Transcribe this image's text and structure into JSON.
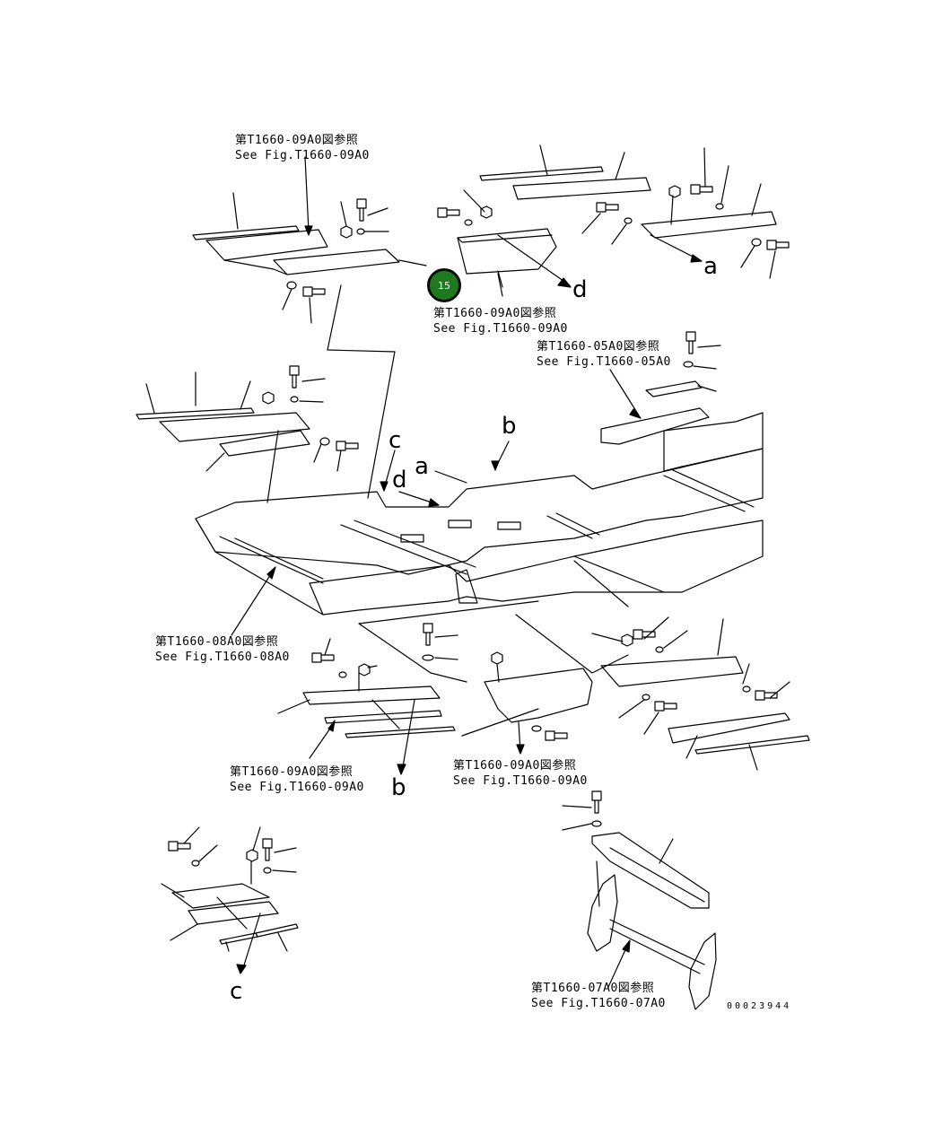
{
  "refs": [
    {
      "jp": "第T1660-09A0図参照",
      "en": "See Fig.T1660-09A0"
    },
    {
      "jp": "第T1660-09A0図参照",
      "en": "See Fig.T1660-09A0"
    },
    {
      "jp": "第T1660-05A0図参照",
      "en": "See Fig.T1660-05A0"
    },
    {
      "jp": "第T1660-08A0図参照",
      "en": "See Fig.T1660-08A0"
    },
    {
      "jp": "第T1660-09A0図参照",
      "en": "See Fig.T1660-09A0"
    },
    {
      "jp": "第T1660-09A0図参照",
      "en": "See Fig.T1660-09A0"
    },
    {
      "jp": "第T1660-07A0図参照",
      "en": "See Fig.T1660-07A0"
    }
  ],
  "letters": {
    "a_top": "a",
    "d_top": "d",
    "a_mid": "a",
    "b_mid": "b",
    "c_mid": "c",
    "d_mid": "d",
    "b_bottom": "b",
    "c_bottom": "c"
  },
  "badge": {
    "label": "15",
    "color": "#1f7a1f"
  },
  "doc_number": "00023944"
}
